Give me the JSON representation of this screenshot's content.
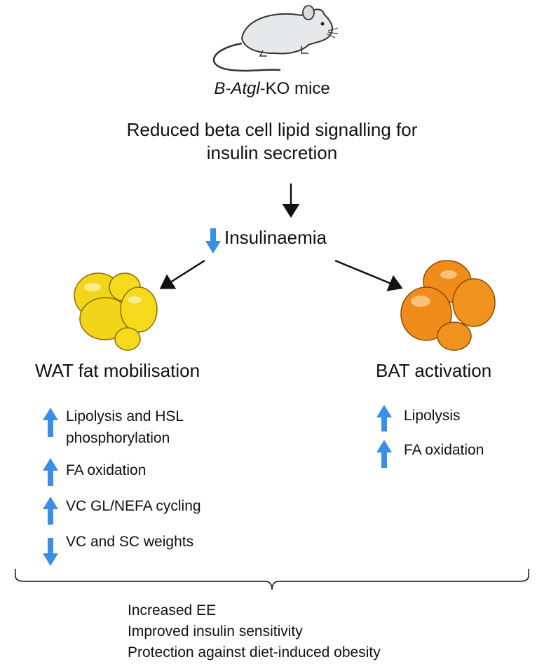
{
  "mouse_label": {
    "italic": "B-Atgl",
    "rest": "-KO mice"
  },
  "headline": [
    "Reduced beta cell lipid signalling for",
    "insulin secretion"
  ],
  "insulin_label": "Insulinaemia",
  "wat": {
    "title": "WAT fat mobilisation",
    "items": [
      {
        "dir": "up",
        "lines": [
          "Lipolysis and HSL",
          "phosphorylation"
        ]
      },
      {
        "dir": "up",
        "lines": [
          "FA oxidation"
        ]
      },
      {
        "dir": "up",
        "lines": [
          "VC GL/NEFA cycling"
        ]
      },
      {
        "dir": "down",
        "lines": [
          "VC and SC weights"
        ]
      }
    ]
  },
  "bat": {
    "title": "BAT activation",
    "items": [
      {
        "dir": "up",
        "lines": [
          "Lipolysis"
        ]
      },
      {
        "dir": "up",
        "lines": [
          "FA oxidation"
        ]
      }
    ]
  },
  "outcomes": [
    "Increased EE",
    "Improved insulin sensitivity",
    "Protection against diet-induced obesity"
  ],
  "colors": {
    "blue_arrow": "#3a8ee6",
    "wat_fill": "#f5d91c",
    "bat_fill": "#f0921e",
    "outline": "#333333"
  }
}
